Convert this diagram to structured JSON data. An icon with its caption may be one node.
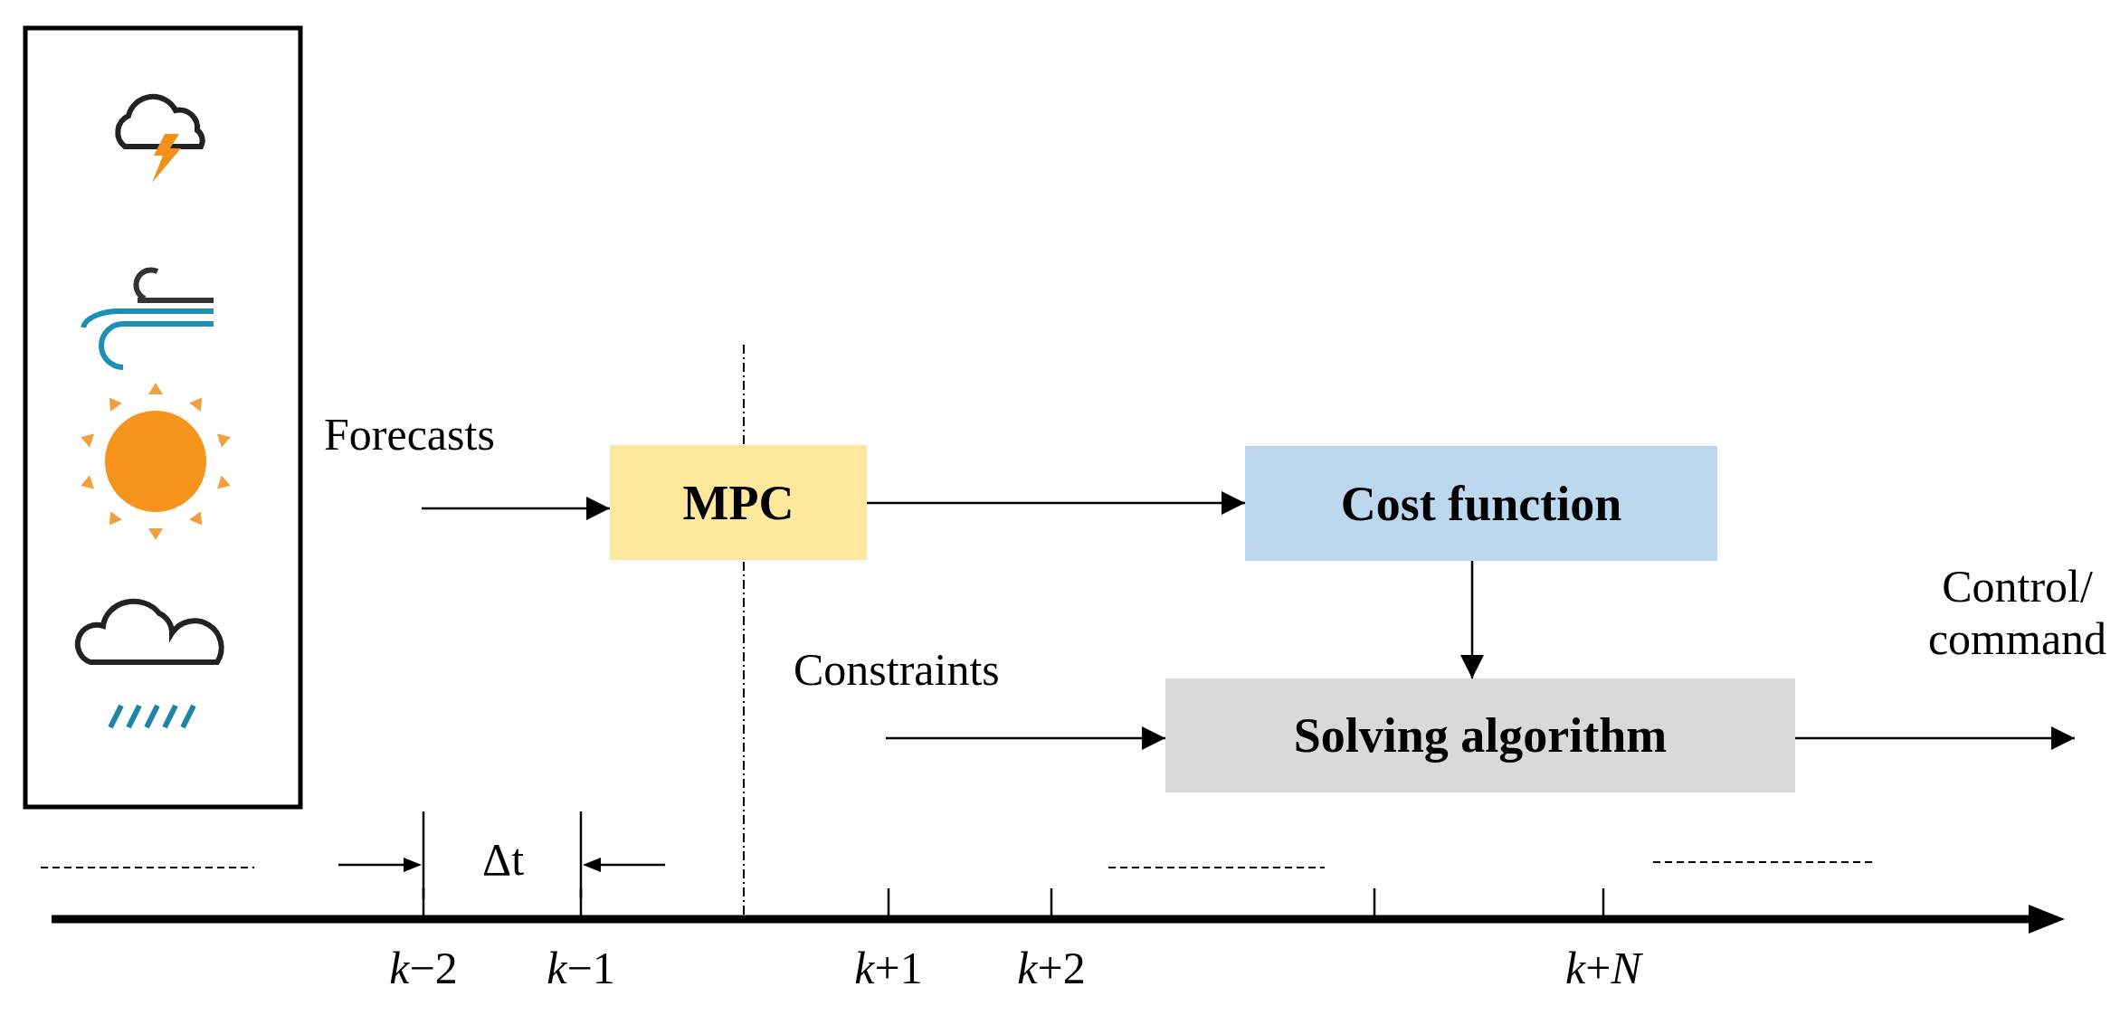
{
  "diagram": {
    "nodes": [
      {
        "text": [
          "MPC"
        ]
      },
      {
        "text": [
          "Cost function"
        ]
      },
      {
        "text": [
          "Solving algorithm"
        ]
      }
    ],
    "edges": [
      {
        "from": null,
        "to": 0,
        "arrow": "to"
      },
      {
        "from": 0,
        "to": 1,
        "arrow": "to"
      },
      {
        "from": 1,
        "to": 2,
        "arrow": "to"
      },
      {
        "from": null,
        "to": 2,
        "arrow": "to"
      },
      {
        "from": 2,
        "to": null,
        "arrow": "to"
      }
    ],
    "labels": [
      "Forecasts",
      "Constraints",
      "Control/ command",
      "Δt",
      "*k*−2",
      "*k*−1",
      "*k*+1",
      "*k*+2",
      "*k*+*N*"
    ]
  }
}
